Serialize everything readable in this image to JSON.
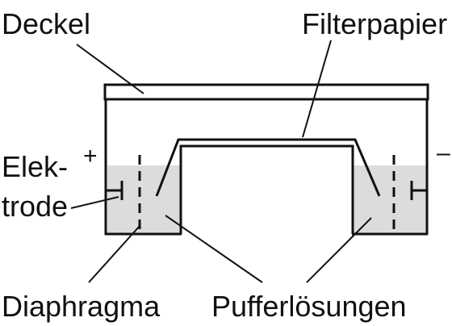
{
  "labels": {
    "deckel": "Deckel",
    "filterpapier": "Filterpapier",
    "elektrode_line1": "Elek-",
    "elektrode_line2": "trode",
    "plus": "+",
    "minus": "–",
    "diaphragma": "Diaphragma",
    "pufferloesungen": "Pufferlösungen"
  },
  "colors": {
    "ink": "#111111",
    "buffer_fill": "#dcdcdc",
    "background": "#ffffff"
  }
}
